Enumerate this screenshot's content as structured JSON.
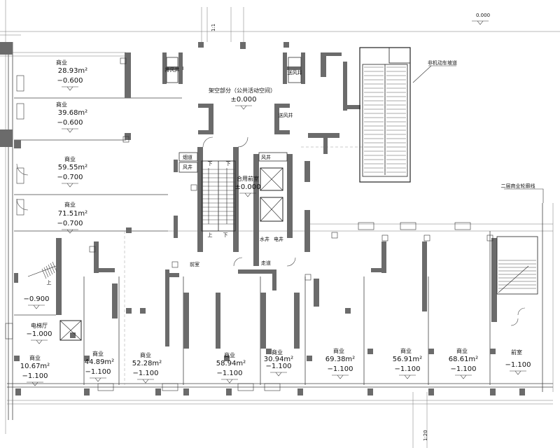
{
  "top_marks": {
    "scale_top": "1:1",
    "scale_bottom": "1:20",
    "corner_level": "0.000"
  },
  "rooms": [
    {
      "name": "商业",
      "area": "28.93m²",
      "level": "−0.600"
    },
    {
      "name": "商业",
      "area": "39.68m²",
      "level": "−0.600"
    },
    {
      "name": "商业",
      "area": "59.55m²",
      "level": "−0.700"
    },
    {
      "name": "商业",
      "area": "71.51m²",
      "level": "−0.700"
    },
    {
      "name": "商业",
      "area": "10.67m²",
      "level": "−1.100"
    },
    {
      "name": "商业",
      "area": "44.89m²",
      "level": "−1.100"
    },
    {
      "name": "商业",
      "area": "52.28m²",
      "level": "−1.100"
    },
    {
      "name": "商业",
      "area": "58.94m²",
      "level": "−1.100"
    },
    {
      "name": "商业",
      "area": "30.94m²",
      "level": "−1.100"
    },
    {
      "name": "商业",
      "area": "69.38m²",
      "level": "−1.100"
    },
    {
      "name": "商业",
      "area": "56.91m²",
      "level": "−1.100"
    },
    {
      "name": "商业",
      "area": "68.61m²",
      "level": "−1.100"
    }
  ],
  "spaces": {
    "public": {
      "name": "架空部分（公共活动空间）",
      "level": "±0.000"
    },
    "elevator_lobby": {
      "name": "合用前室",
      "level": "±0.000"
    },
    "elevator_hall": {
      "name": "电梯厅",
      "level": "−1.000"
    },
    "foyer": {
      "name": "前室",
      "level": "−1.100"
    },
    "step_level": "−0.900"
  },
  "labels": {
    "exhaust_shaft": "排风井",
    "supply_shaft_1": "送风井",
    "supply_shaft_2": "送风井",
    "pipe_well": "烟道",
    "air_well": "风井",
    "water_well": "水井",
    "elec_well": "电井",
    "vestibule": "前室",
    "corridor": "走道",
    "ramp": "非机动车坡道",
    "outline": "二层商业轮廓线",
    "up1": "下",
    "up2": "下",
    "down1": "上",
    "down2": "下",
    "stair_up": "上"
  }
}
